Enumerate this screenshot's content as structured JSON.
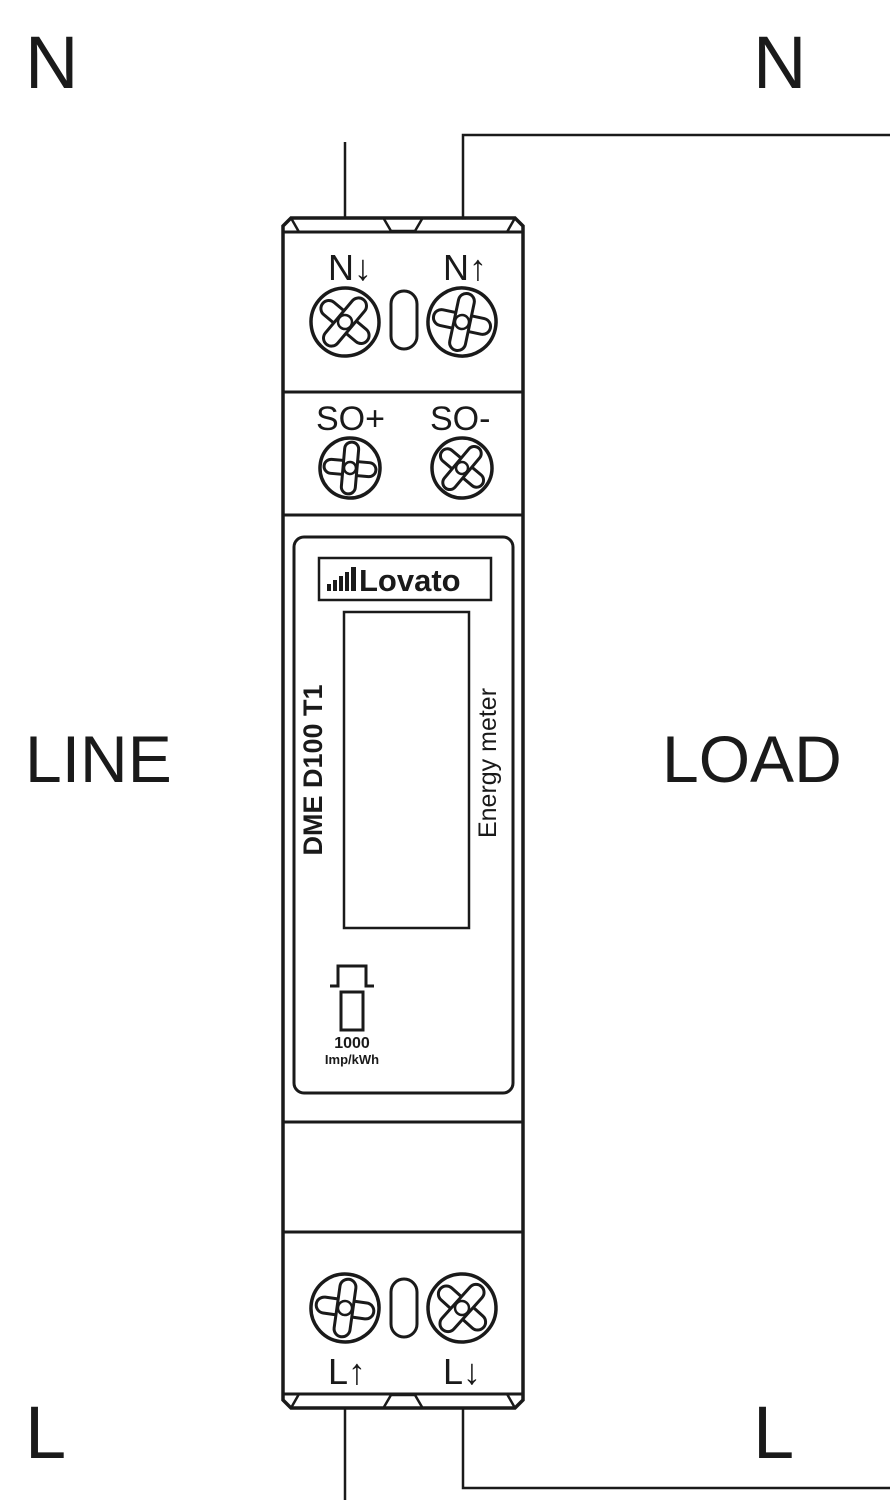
{
  "colors": {
    "stroke": "#1a1a1a",
    "background": "#ffffff"
  },
  "labels": {
    "neutral_top_left": "N",
    "neutral_top_right": "N",
    "line_side": "LINE",
    "load_side": "LOAD",
    "phase_bottom_left": "L",
    "phase_bottom_right": "L"
  },
  "device": {
    "brand": "Lovato",
    "model": "DME D100 T1",
    "description": "Energy meter",
    "pulse_value": "1000",
    "pulse_unit": "Imp/kWh",
    "terminals": {
      "n_in": "N↓",
      "n_out": "N↑",
      "so_plus": "SO+",
      "so_minus": "SO-",
      "l_in": "L↑",
      "l_out": "L↓"
    }
  }
}
